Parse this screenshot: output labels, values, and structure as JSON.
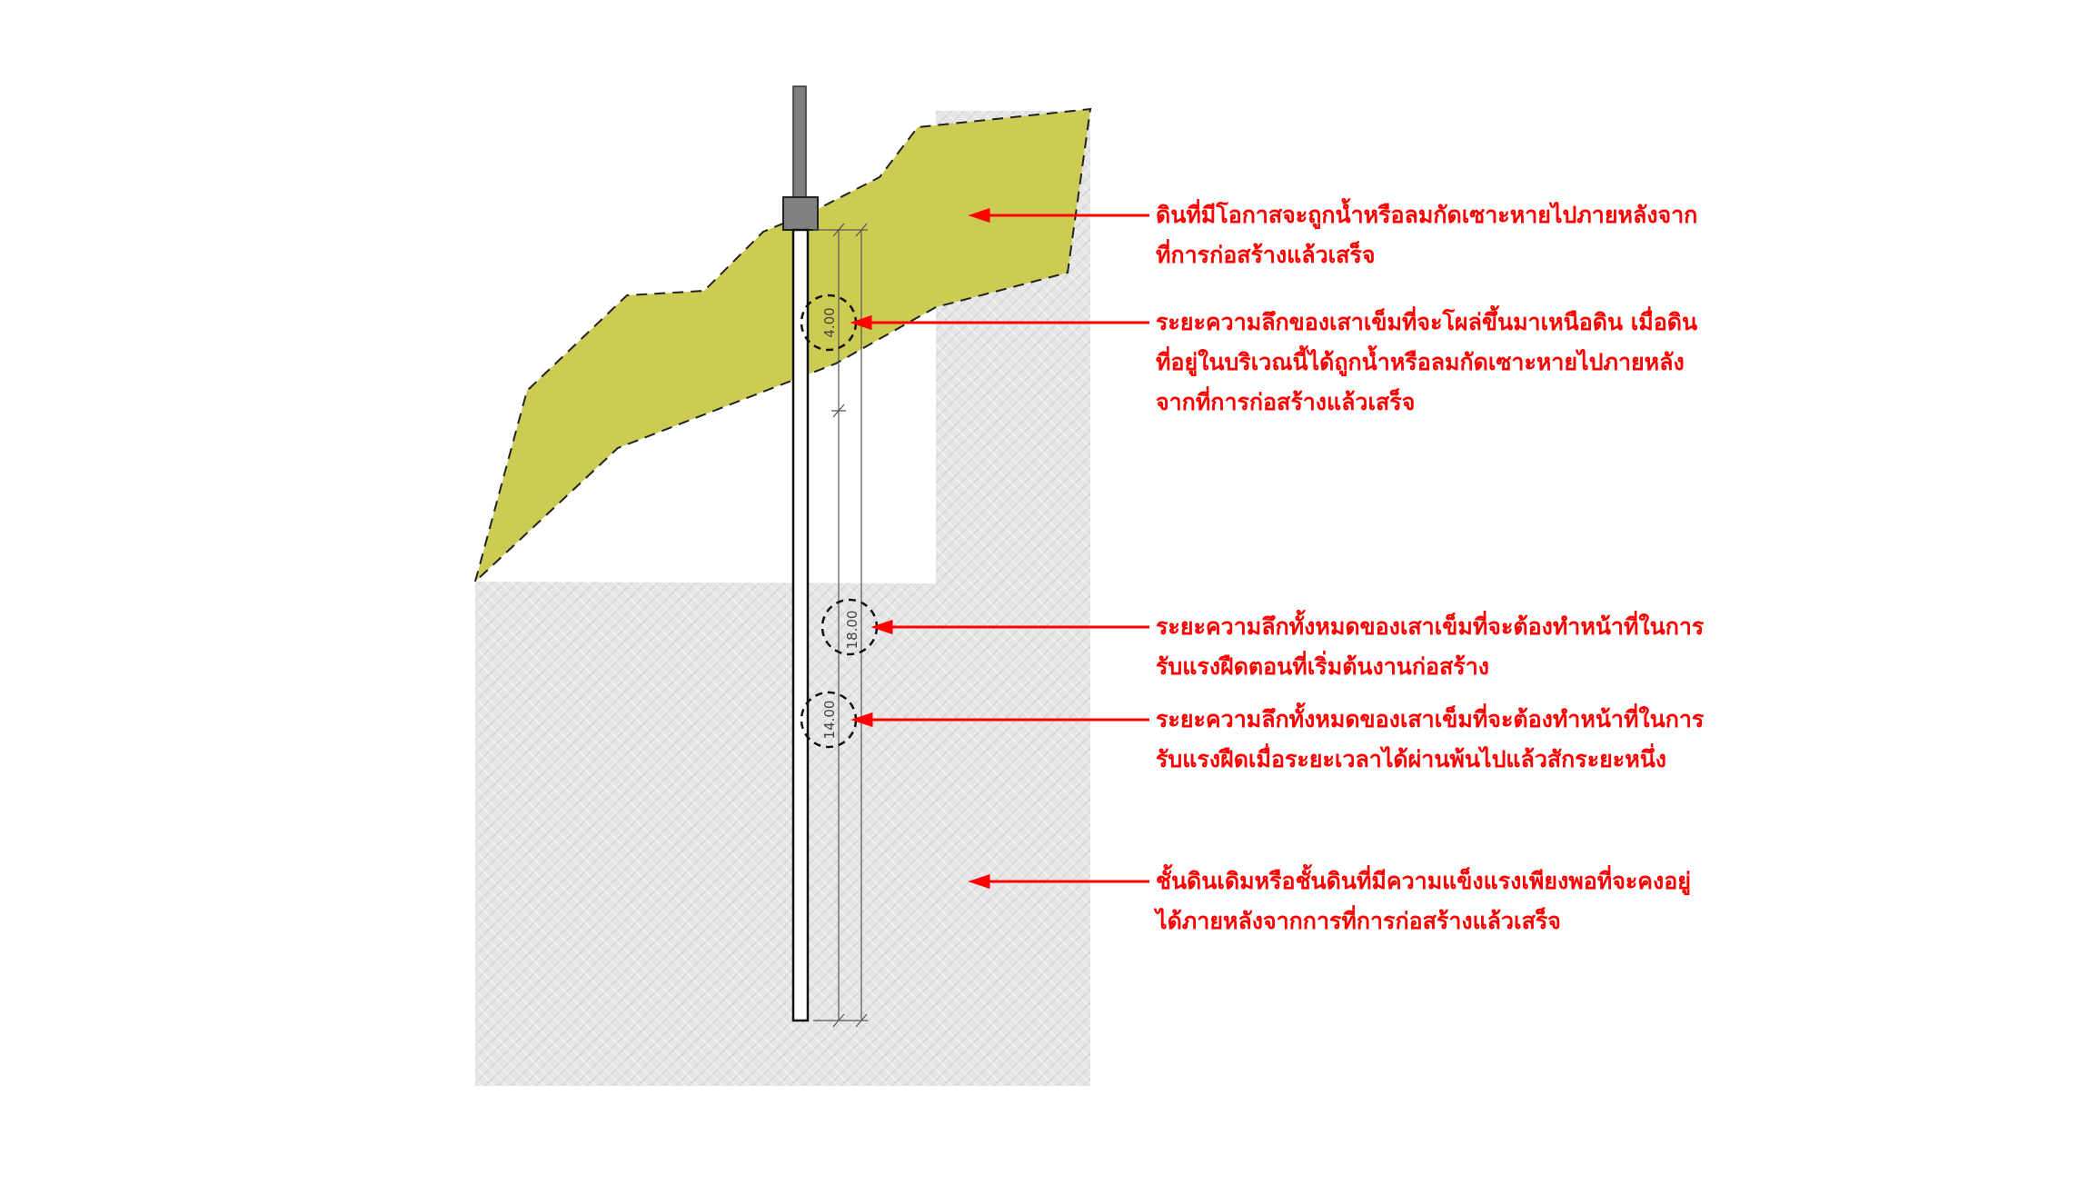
{
  "diagram": {
    "colors": {
      "eroded_soil": "#cccc55",
      "original_soil": "#e6e6e6",
      "pile": "#ffffff",
      "column": "#808080",
      "annotation": "#ff0000"
    },
    "dimensions": {
      "exposed": "4.00",
      "total_initial": "18.00",
      "total_after": "14.00"
    },
    "annotations": [
      {
        "line1": "ดินที่มีโอกาสจะถูกน้ำหรือลมกัดเซาะหายไปภายหลังจาก",
        "line2": "ที่การก่อสร้างแล้วเสร็จ"
      },
      {
        "line1": "ระยะความลึกของเสาเข็มที่จะโผล่ขึ้นมาเหนือดิน  เมื่อดิน",
        "line2": "ที่อยู่ในบริเวณนี้ได้ถูกน้ำหรือลมกัดเซาะหายไปภายหลัง",
        "line3": "จากที่การก่อสร้างแล้วเสร็จ"
      },
      {
        "line1": "ระยะความลึกทั้งหมดของเสาเข็มที่จะต้องทำหน้าที่ในการ",
        "line2": "รับแรงฝืดตอนที่เริ่มต้นงานก่อสร้าง"
      },
      {
        "line1": "ระยะความลึกทั้งหมดของเสาเข็มที่จะต้องทำหน้าที่ในการ",
        "line2": "รับแรงฝืดเมื่อระยะเวลาได้ผ่านพ้นไปแล้วสักระยะหนึ่ง"
      },
      {
        "line1": "ชั้นดินเดิมหรือชั้นดินที่มีความแข็งแรงเพียงพอที่จะคงอยู่",
        "line2": "ได้ภายหลังจากการที่การก่อสร้างแล้วเสร็จ"
      }
    ]
  }
}
